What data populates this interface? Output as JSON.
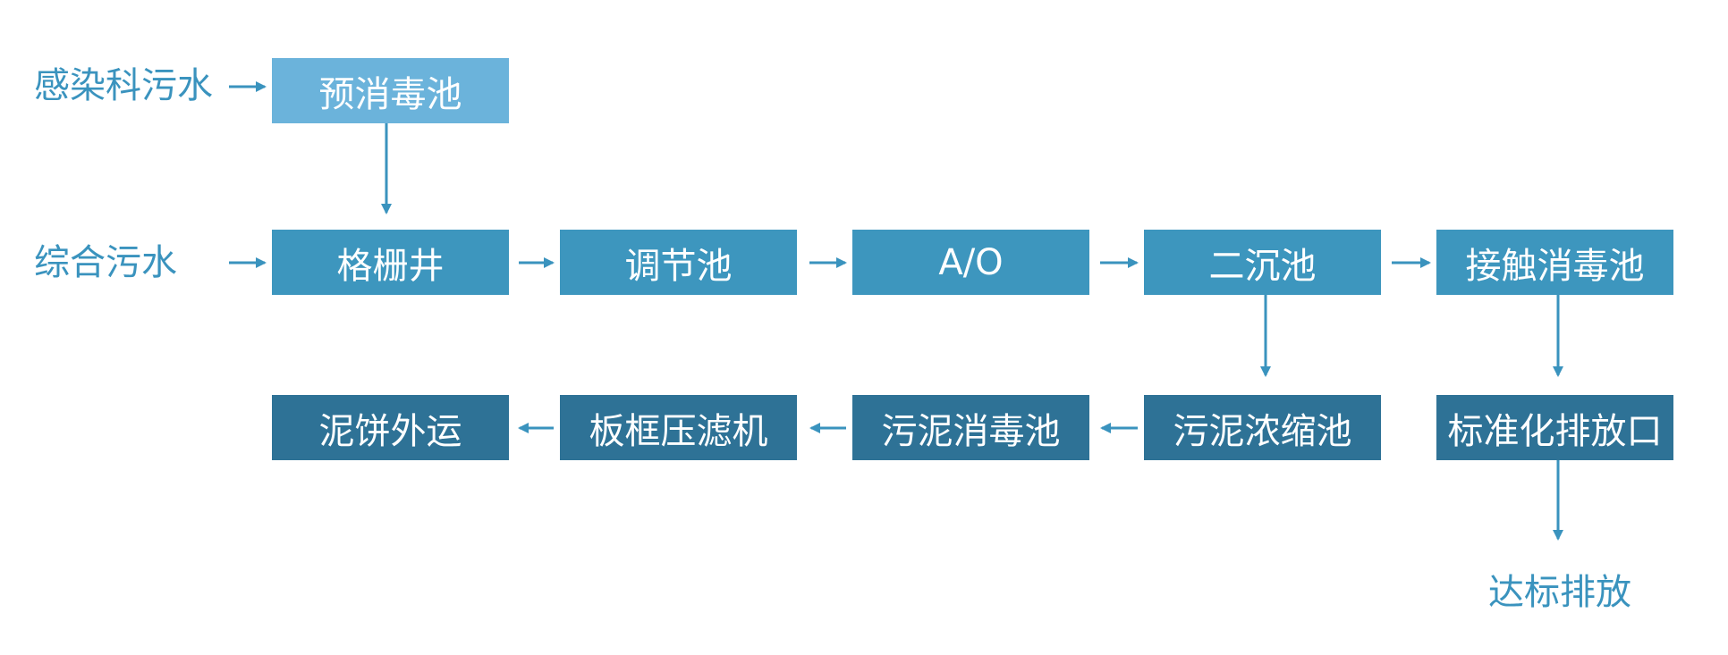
{
  "inputs": {
    "infectious_sewage": "感染科污水",
    "combined_sewage": "综合污水"
  },
  "row1": {
    "pre_disinfection_tank": "预消毒池"
  },
  "row2": {
    "grille_well": "格栅井",
    "adjustment_tank": "调节池",
    "ao": "A/O",
    "secondary_sedimentation_tank": "二沉池",
    "contact_disinfection_tank": "接触消毒池"
  },
  "row3": {
    "mud_cake_removal": "泥饼外运",
    "plate_frame_filter_press": "板框压滤机",
    "sludge_disinfection_tank": "污泥消毒池",
    "sludge_thickening_tank": "污泥浓缩池",
    "standard_outlet": "标准化排放口"
  },
  "output": {
    "compliant_discharge": "达标排放"
  },
  "colors": {
    "light": "#6bb3db",
    "mid": "#3d96be",
    "dark": "#2e7296",
    "arrow": "#3a93be"
  }
}
